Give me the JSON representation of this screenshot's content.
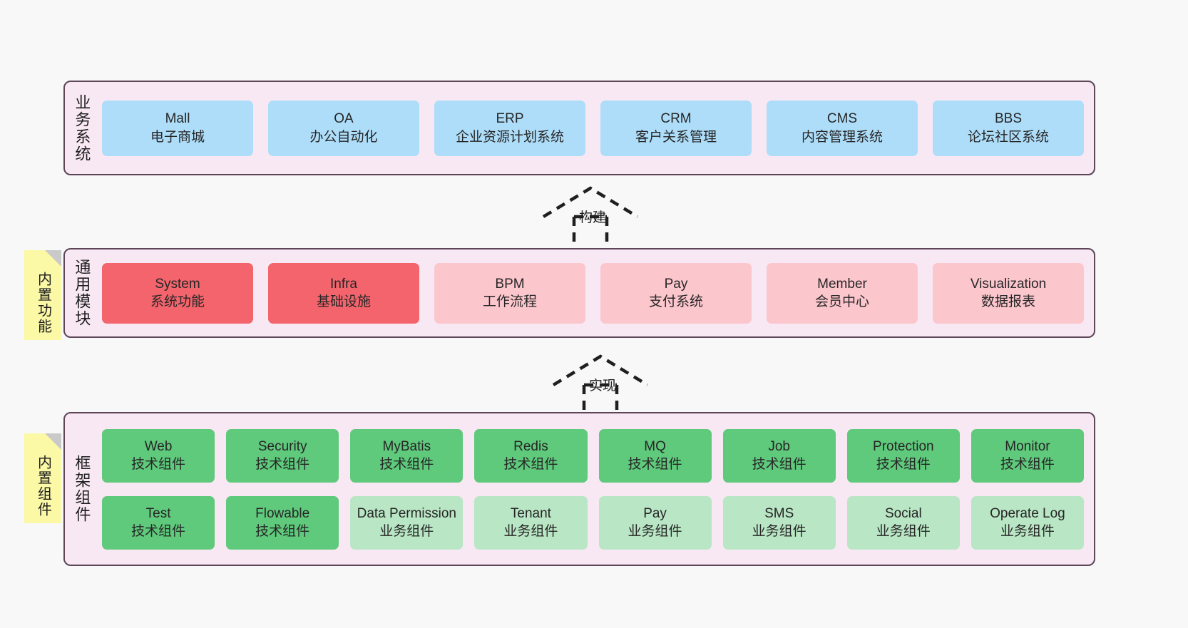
{
  "page": {
    "background": "#f8f8f8",
    "layer_fill": "#f8e8f4",
    "layer_border": "#5c4658"
  },
  "colors": {
    "blue": "#aeddf9",
    "red": "#f4646c",
    "pink": "#fcc6cd",
    "green": "#5fc97c",
    "green_light": "#b9e6c4",
    "note_yellow": "#fbf8a6",
    "note_fold": "#c9c9c9"
  },
  "layers": [
    {
      "id": "business-systems",
      "title": "业务系统",
      "rows": [
        {
          "cards": [
            {
              "en": "Mall",
              "cn": "电子商城",
              "color": "blue"
            },
            {
              "en": "OA",
              "cn": "办公自动化",
              "color": "blue"
            },
            {
              "en": "ERP",
              "cn": "企业资源计划系统",
              "color": "blue"
            },
            {
              "en": "CRM",
              "cn": "客户关系管理",
              "color": "blue"
            },
            {
              "en": "CMS",
              "cn": "内容管理系统",
              "color": "blue"
            },
            {
              "en": "BBS",
              "cn": "论坛社区系统",
              "color": "blue"
            }
          ]
        }
      ]
    },
    {
      "id": "common-modules",
      "title": "通用模块",
      "note": "内置功能",
      "rows": [
        {
          "cards": [
            {
              "en": "System",
              "cn": "系统功能",
              "color": "red"
            },
            {
              "en": "Infra",
              "cn": "基础设施",
              "color": "red"
            },
            {
              "en": "BPM",
              "cn": "工作流程",
              "color": "pink"
            },
            {
              "en": "Pay",
              "cn": "支付系统",
              "color": "pink"
            },
            {
              "en": "Member",
              "cn": "会员中心",
              "color": "pink"
            },
            {
              "en": "Visualization",
              "cn": "数据报表",
              "color": "pink"
            }
          ]
        }
      ]
    },
    {
      "id": "framework-components",
      "title": "框架组件",
      "note": "内置组件",
      "rows": [
        {
          "cards": [
            {
              "en": "Web",
              "cn": "技术组件",
              "color": "green"
            },
            {
              "en": "Security",
              "cn": "技术组件",
              "color": "green"
            },
            {
              "en": "MyBatis",
              "cn": "技术组件",
              "color": "green"
            },
            {
              "en": "Redis",
              "cn": "技术组件",
              "color": "green"
            },
            {
              "en": "MQ",
              "cn": "技术组件",
              "color": "green"
            },
            {
              "en": "Job",
              "cn": "技术组件",
              "color": "green"
            },
            {
              "en": "Protection",
              "cn": "技术组件",
              "color": "green"
            },
            {
              "en": "Monitor",
              "cn": "技术组件",
              "color": "green"
            }
          ]
        },
        {
          "cards": [
            {
              "en": "Test",
              "cn": "技术组件",
              "color": "green"
            },
            {
              "en": "Flowable",
              "cn": "技术组件",
              "color": "green"
            },
            {
              "en": "Data Permission",
              "cn": "业务组件",
              "color": "green_light"
            },
            {
              "en": "Tenant",
              "cn": "业务组件",
              "color": "green_light"
            },
            {
              "en": "Pay",
              "cn": "业务组件",
              "color": "green_light"
            },
            {
              "en": "SMS",
              "cn": "业务组件",
              "color": "green_light"
            },
            {
              "en": "Social",
              "cn": "业务组件",
              "color": "green_light"
            },
            {
              "en": "Operate Log",
              "cn": "业务组件",
              "color": "green_light"
            }
          ]
        }
      ]
    }
  ],
  "connectors": [
    {
      "id": "build",
      "label": "构建"
    },
    {
      "id": "realize",
      "label": "实现"
    }
  ]
}
